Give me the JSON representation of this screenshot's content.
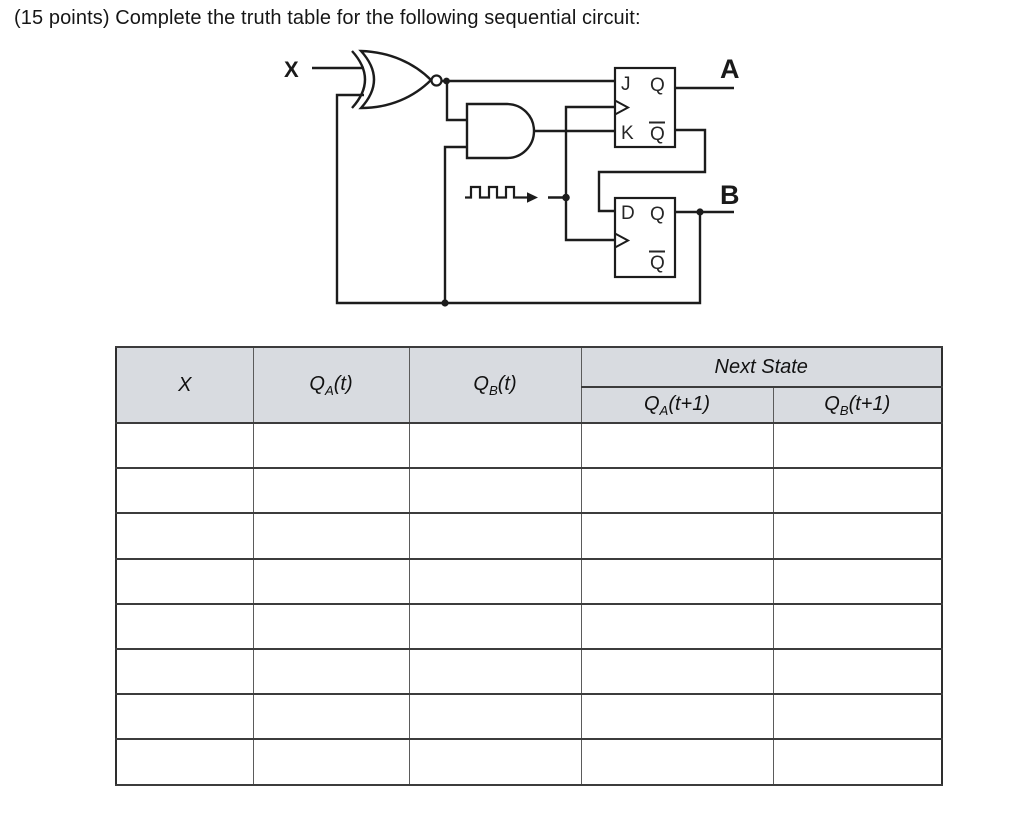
{
  "title": "(15 points) Complete the truth table for the following sequential circuit:",
  "colors": {
    "header_bg": "#d8dbe0",
    "table_outer": "#2e2e2e",
    "grid_line": "#3c3c3c",
    "circuit_ink": "#1c1c1c"
  },
  "circuit": {
    "input_label": "X",
    "output_a_label": "A",
    "output_b_label": "B",
    "jk_ff": {
      "j": "J",
      "q": "Q",
      "k": "K",
      "qbar": "Q"
    },
    "d_ff": {
      "d": "D",
      "q": "Q",
      "qbar": "Q"
    }
  },
  "table": {
    "header": {
      "x": "X",
      "qa_t": {
        "base": "Q",
        "sub": "A",
        "rest": "(t)"
      },
      "qb_t": {
        "base": "Q",
        "sub": "B",
        "rest": "(t)"
      },
      "next_state": "Next State",
      "qa_t1": {
        "base": "Q",
        "sub": "A",
        "rest": "(t+1)"
      },
      "qb_t1": {
        "base": "Q",
        "sub": "B",
        "rest": "(t+1)"
      }
    },
    "body": {
      "rows": [
        [
          "",
          "",
          "",
          "",
          ""
        ],
        [
          "",
          "",
          "",
          "",
          ""
        ],
        [
          "",
          "",
          "",
          "",
          ""
        ],
        [
          "",
          "",
          "",
          "",
          ""
        ],
        [
          "",
          "",
          "",
          "",
          ""
        ],
        [
          "",
          "",
          "",
          "",
          ""
        ],
        [
          "",
          "",
          "",
          "",
          ""
        ],
        [
          "",
          "",
          "",
          "",
          ""
        ]
      ]
    }
  }
}
